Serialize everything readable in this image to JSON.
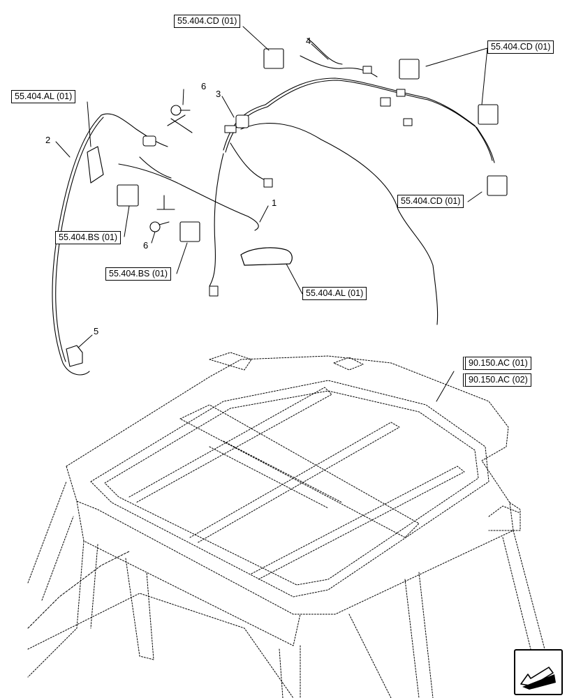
{
  "references": {
    "cd_top": "55.404.CD (01)",
    "cd_right": "55.404.CD (01)",
    "cd_mid": "55.404.CD (01)",
    "al_left": "55.404.AL (01)",
    "al_mid": "55.404.AL (01)",
    "bs_1": "55.404.BS (01)",
    "bs_2": "55.404.BS (01)",
    "ac_1": "90.150.AC (01)",
    "ac_2": "90.150.AC (02)"
  },
  "callouts": {
    "n1": "1",
    "n2": "2",
    "n3": "3",
    "n4": "4",
    "n5": "5",
    "n6a": "6",
    "n6b": "6"
  },
  "icons": {
    "nav": "arrow-nav-icon"
  },
  "colors": {
    "line": "#000000",
    "background": "#ffffff"
  }
}
